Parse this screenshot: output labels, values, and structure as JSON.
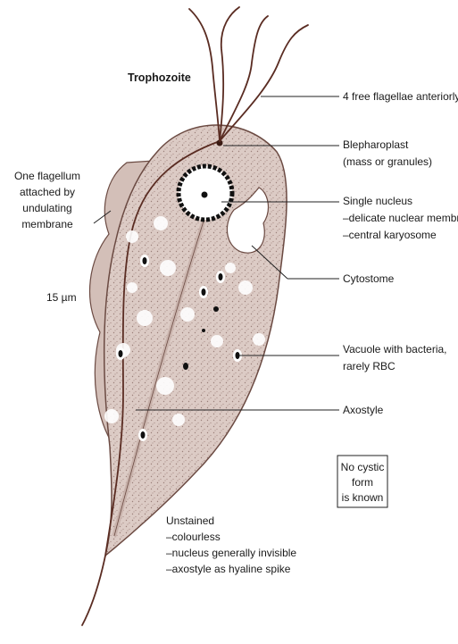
{
  "title": "Trophozoite",
  "labels": {
    "flagellae": "4 free flagellae anteriorly",
    "blepharoplast_1": "Blepharoplast",
    "blepharoplast_2": "(mass or granules)",
    "nucleus_1": "Single nucleus",
    "nucleus_2": "–delicate nuclear membr",
    "nucleus_3": "–central karyosome",
    "cytostome": "Cytostome",
    "vacuole_1": "Vacuole with bacteria,",
    "vacuole_2": "rarely RBC",
    "axostyle": "Axostyle",
    "undulating_1": "One flagellum",
    "undulating_2": "attached by",
    "undulating_3": "undulating",
    "undulating_4": "membrane",
    "scale": "15 µm"
  },
  "note_box": [
    "No cystic",
    "form",
    "is known"
  ],
  "unstained": {
    "heading": "Unstained",
    "items": [
      "–colourless",
      "–nucleus generally invisible",
      "–axostyle as hyaline spike"
    ]
  },
  "colors": {
    "cytoplasm": "#d9c7c1",
    "outline": "#6b4a42",
    "flagella": "#5a2c22",
    "nucleus": "#111111"
  }
}
